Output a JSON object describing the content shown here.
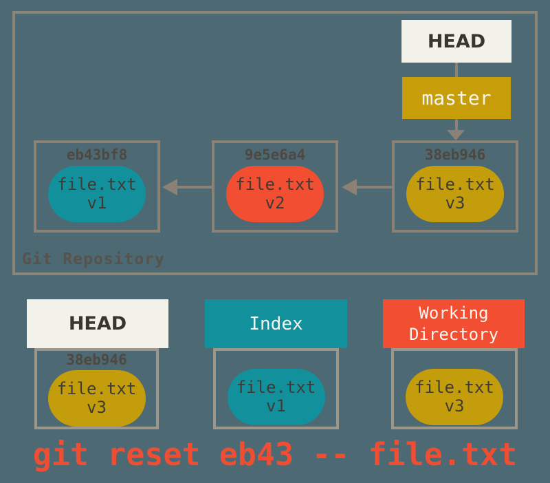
{
  "colors": {
    "background": "#4d6973",
    "border_gray": "#8b8577",
    "cream": "#f2f1ea",
    "gold": "#c89d0a",
    "teal": "#12919d",
    "red": "#f24e31",
    "yellow": "#c49d0c",
    "command_red": "#f04e32"
  },
  "repo": {
    "label": "Git Repository"
  },
  "head_pointer": {
    "label": "HEAD"
  },
  "branch": {
    "label": "master",
    "color": "#c89d0a"
  },
  "commits": [
    {
      "hash": "eb43bf8",
      "file": "file.txt",
      "version": "v1",
      "blob_color": "#12919d"
    },
    {
      "hash": "9e5e6a4",
      "file": "file.txt",
      "version": "v2",
      "blob_color": "#f24e31"
    },
    {
      "hash": "38eb946",
      "file": "file.txt",
      "version": "v3",
      "blob_color": "#c49d0c"
    }
  ],
  "areas": [
    {
      "title": "HEAD",
      "header_color": "#f2f1ea",
      "hash": "38eb946",
      "file": "file.txt",
      "version": "v3",
      "blob_color": "#c49d0c"
    },
    {
      "title": "Index",
      "header_color": "#12919d",
      "file": "file.txt",
      "version": "v1",
      "blob_color": "#12919d"
    },
    {
      "title": "Working Directory",
      "header_color": "#f24e31",
      "file": "file.txt",
      "version": "v3",
      "blob_color": "#c49d0c"
    }
  ],
  "command": "git reset eb43 -- file.txt"
}
